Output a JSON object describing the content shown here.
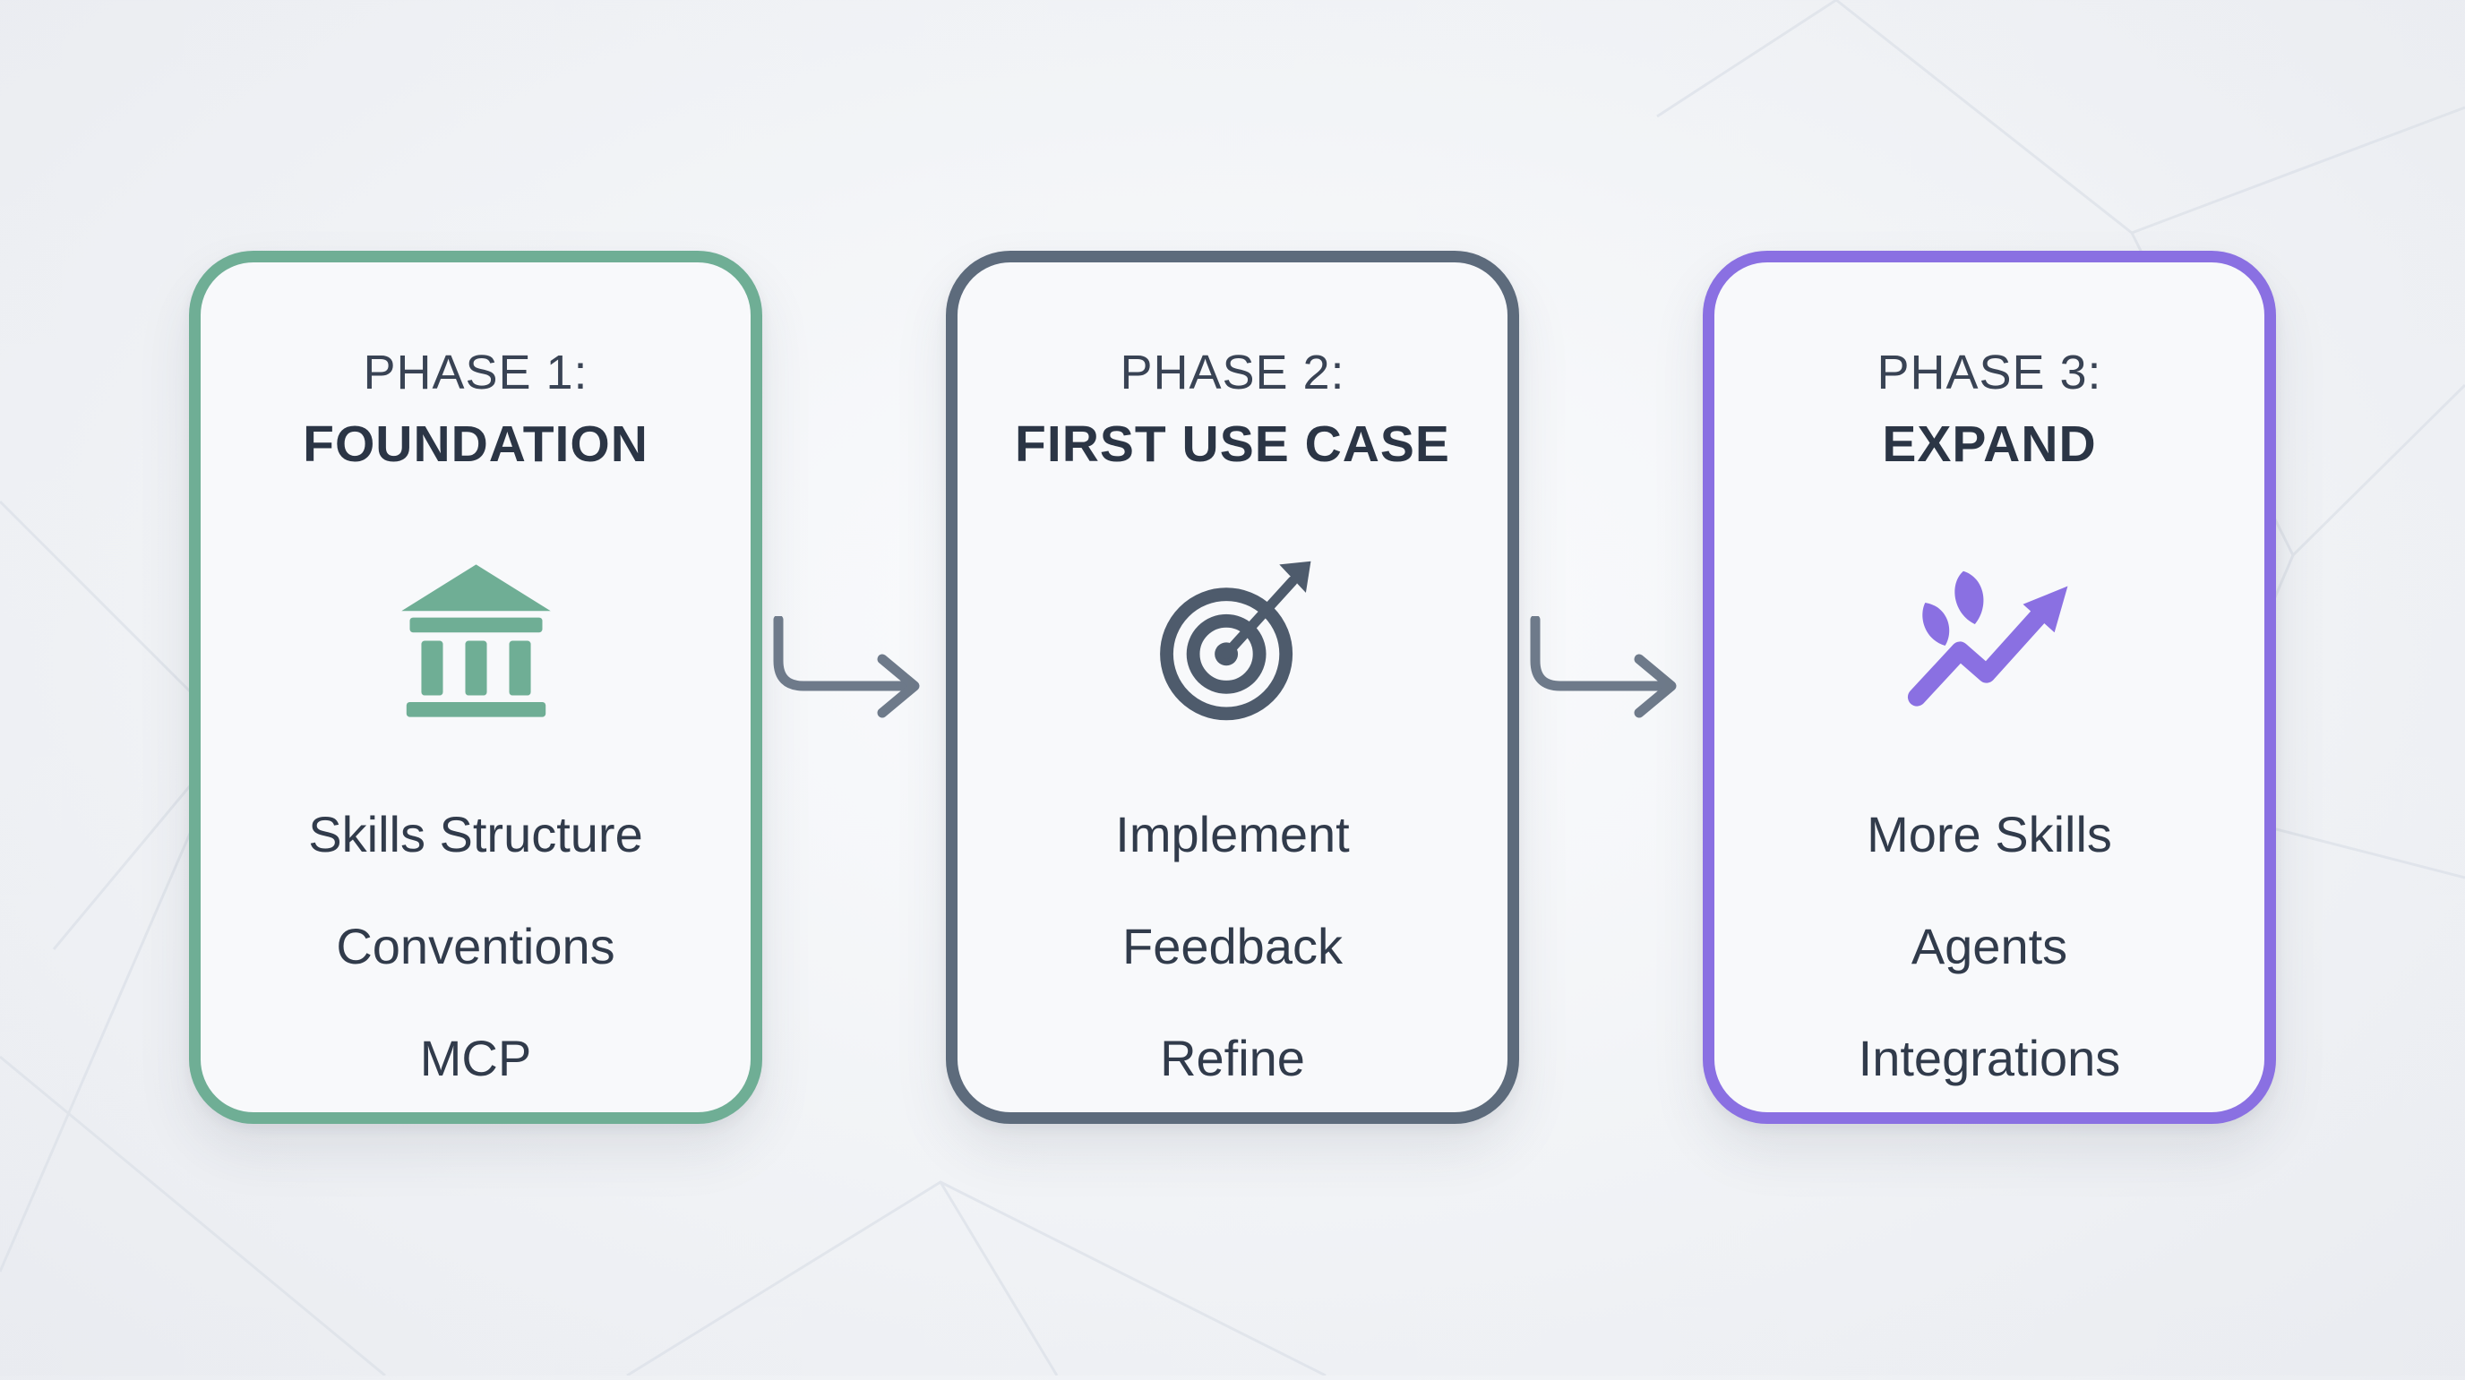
{
  "diagram": {
    "type": "process-flow",
    "phase_count": 3,
    "colors": {
      "background": "#f1f3f6",
      "card_background": "#f8f9fb",
      "text_dark": "#2b3545",
      "text_body": "#313b4b",
      "phase1_accent": "#6fae95",
      "phase2_accent": "#5d6b7c",
      "phase3_accent": "#8a70e2",
      "arrow": "#6e7a8a"
    }
  },
  "phases": [
    {
      "label": "PHASE 1:",
      "title": "FOUNDATION",
      "icon": "bank-icon",
      "accent_color": "#6fae95",
      "items": [
        "Skills Structure",
        "Conventions",
        "MCP"
      ]
    },
    {
      "label": "PHASE 2:",
      "title": "FIRST USE CASE",
      "icon": "target-icon",
      "accent_color": "#5d6b7c",
      "items": [
        "Implement",
        "Feedback",
        "Refine"
      ]
    },
    {
      "label": "PHASE 3:",
      "title": "EXPAND",
      "icon": "growth-icon",
      "accent_color": "#8a70e2",
      "items": [
        "More Skills",
        "Agents",
        "Integrations"
      ]
    }
  ],
  "arrows": [
    {
      "icon": "arrow-right-icon",
      "color": "#6e7a8a"
    },
    {
      "icon": "arrow-right-icon",
      "color": "#6e7a8a"
    }
  ]
}
